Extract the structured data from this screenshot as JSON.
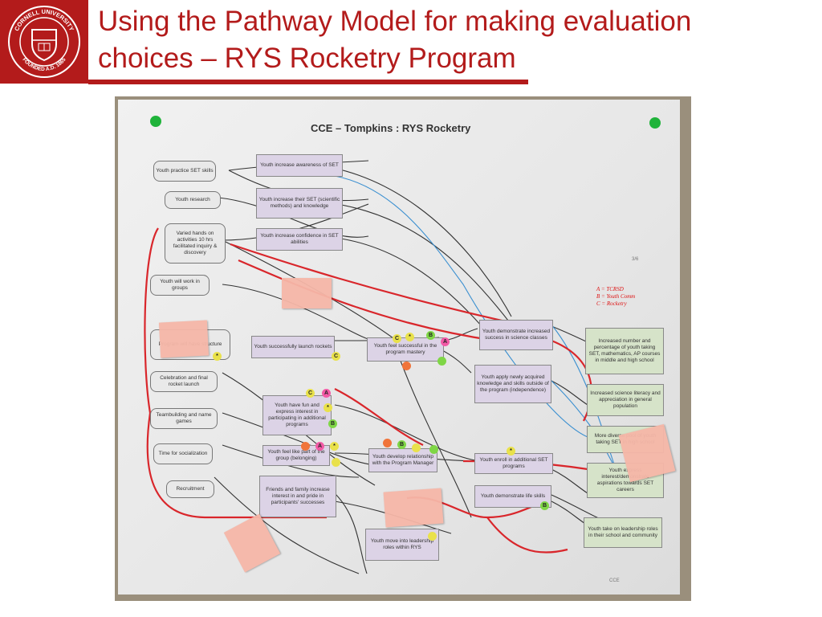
{
  "header": {
    "logo_text_top": "CORNELL UNIVERSITY",
    "logo_text_bottom": "FOUNDED A.D. 1865",
    "title_line1": "Using the Pathway Model for making evaluation",
    "title_line2": "choices – RYS Rocketry Program"
  },
  "board": {
    "title": "CCE – Tompkins : RYS Rocketry",
    "activities": [
      "Youth practice SET skills",
      "Youth research",
      "Varied hands on activities 10 hrs facilitated inquiry & discovery",
      "Youth will work in groups",
      "Program will have structure",
      "Celebration and final rocket launch",
      "Teambuilding and name games",
      "Time for socialization",
      "Recruitment"
    ],
    "short_outcomes": [
      "Youth increase awareness of SET",
      "Youth increase their SET (scientific methods) and knowledge",
      "Youth increase confidence in SET abilities",
      "Youth successfully launch rockets",
      "Youth have fun and express interest in participating in additional programs",
      "Youth feel like part of the group (belonging)",
      "Friends and family increase interest in and pride in participants' successes"
    ],
    "mid_outcomes": [
      "Youth feel successful in the program mastery",
      "Youth develop relationship with the Program Manager",
      "Youth move into leadership roles within RYS"
    ],
    "long_outcomes": [
      "Youth demonstrate increased success in science classes",
      "Youth apply newly acquired knowledge and skills outside of the program (independence)",
      "Youth enroll in additional SET programs",
      "Youth demonstrate life skills"
    ],
    "impacts": [
      "Increased number and percentage of youth taking SET, mathematics, AP courses in middle and high school",
      "Increased science literacy and appreciation in general population",
      "More diverse pool of youth taking SET in high school",
      "Youth express interest/demonstrate aspirations towards SET careers",
      "Youth take on leadership roles in their school and community"
    ],
    "legend": [
      "A = TCRSD",
      "B = Youth Comm",
      "C = Rocketry"
    ],
    "corner_tag": "3/6",
    "bottom_tag": "CCE"
  },
  "colors": {
    "brand_red": "#b31b1b",
    "pathway_red": "#d9262b",
    "arrow_dark": "#333333",
    "arrow_blue": "#3a8fd0",
    "sticker_green": "#7fd646",
    "sticker_pink": "#f25aa6",
    "sticker_orange": "#f0743a",
    "sticker_yellow": "#e9e14b",
    "pin_green": "#1fb33a"
  },
  "icons": {
    "logo": "cornell-seal-icon",
    "pins": "green-pin-icon"
  }
}
